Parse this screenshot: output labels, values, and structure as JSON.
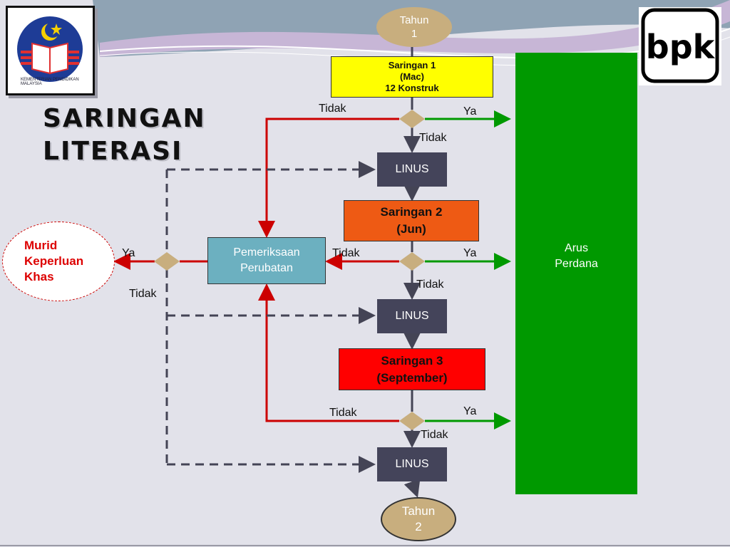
{
  "title": "SARINGAN\nLITERASI",
  "logos": {
    "kpm_text": "KEMENTERIAN PENDIDIKAN MALAYSIA",
    "bpk_text": "bpk"
  },
  "nodes": {
    "start": "Tahun\n1",
    "saringan1": "Saringan 1\n(Mac)\n12 Konstruk",
    "linus1": "LINUS",
    "saringan2": "Saringan 2\n(Jun)",
    "linus2": "LINUS",
    "saringan3": "Saringan 3\n(September)",
    "linus3": "LINUS",
    "end": "Tahun\n2",
    "pemeriksaan": "Pemeriksaan\nPerubatan",
    "murid": "Murid\nKeperluan\nKhas",
    "arus": "Arus\nPerdana"
  },
  "edge_labels": {
    "d1_left": "Tidak",
    "d1_right": "Ya",
    "d1_down": "Tidak",
    "d2_left": "Tidak",
    "d2_right": "Ya",
    "d2_down": "Tidak",
    "d3_left": "Tidak",
    "d3_right": "Ya",
    "d3_down": "Tidak",
    "dm_left": "Ya",
    "dm_down": "Tidak"
  },
  "colors": {
    "red_line": "#cc0000",
    "green_line": "#009900",
    "dark_line": "#444455",
    "diamond": "#c8ae7e"
  }
}
